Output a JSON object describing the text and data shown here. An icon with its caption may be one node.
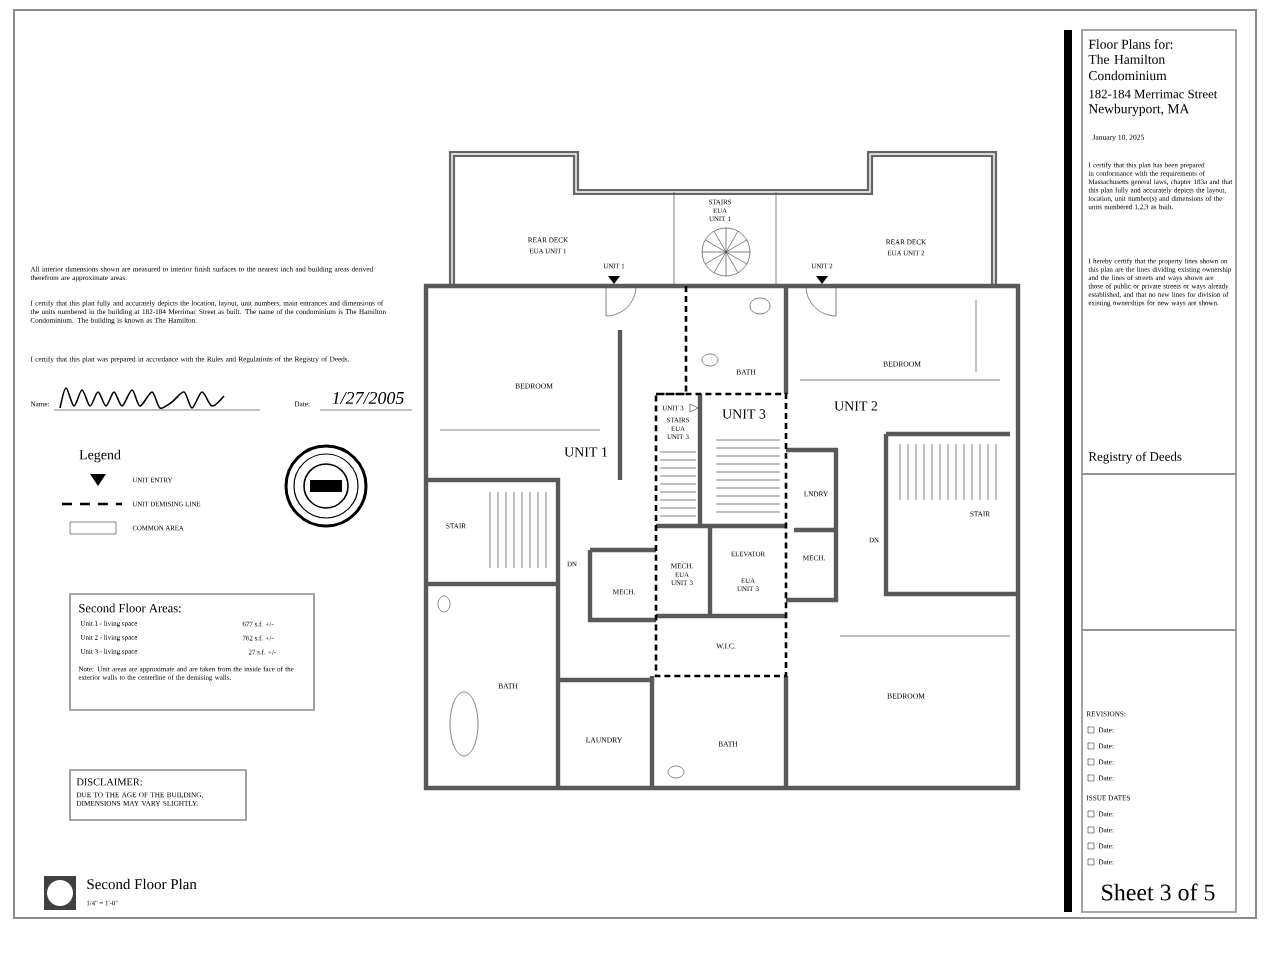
{
  "diagram": {
    "nodes": [
      {
        "text": [
          "Floor Plans for:",
          "The Hamilton Condominium",
          "182-184 Merrimac Street",
          "Newburyport, MA",
          "January 10, 2025",
          "I certify that this plan has been prepared in conformance with the requirements of Massachusetts general laws, chapter 183a and that this plan fully and accurately depicts the layout, location, unit number(s) and dimensions of the units numbered 1,2,3 as built.",
          "I hereby certify that the property lines shown on this plan are the lines dividing existing ownership and the lines of streets and ways shown are those of public or private streets or ways already established, and that no new lines for division of existing ownerships for new ways are shown.",
          "Registry of Deeds"
        ]
      },
      {
        "text": [],
        "shape": "box"
      },
      {
        "text": [
          "REVISIONS:",
          "Date:",
          "Date:",
          "Date:",
          "Date:",
          "ISSUE DATES",
          "Date:",
          "Date:",
          "Date:",
          "Date:",
          "Sheet 3 of 5"
        ]
      },
      {
        "text": [
          "Second Floor Areas:",
          "Unit 1 - living space",
          "677 s.f. +/-",
          "Unit 2 - living space",
          "762 s.f. +/-",
          "Unit 3 - living space",
          "27 s.f. +/-",
          "Note: Unit areas are approximate and are taken from the inside face of the exterior walls to the centerline of the demising walls."
        ]
      },
      {
        "text": [
          "DISCLAIMER:",
          "DUE TO THE AGE OF THE BUILDING, DIMENSIONS MAY VARY SLIGHTLY."
        ]
      }
    ],
    "labels": [
      "All interior dimensions shown are measured to interior finish surfaces to the nearest inch and building areas derived therefrom are approximate areas.",
      "I certify that this plan fully and accurately depicts the location, layout, unit numbers, main entrances and dimensions of the units numbered in the building at 182-184 Merrimac Street as built. The name of the condominium is The Hamilton Condominium. The building is known as The Hamilton.",
      "I certify that this plan was prepared in accordance with the Rules and Regulations of the Registry of Deeds.",
      "Name:",
      "Date:",
      "1/27/2005",
      "Legend",
      "REAR DECK",
      "EUA UNIT 1",
      "STAIRS",
      "EUA UNIT 1",
      "REAR DECK",
      "EUA UNIT 2",
      "UNIT 1",
      "UNIT 2",
      "BEDROOM",
      "BATH",
      "BEDROOM",
      "UNIT 3",
      "UNIT 3",
      "UNIT 2",
      "STAIRS",
      "EUA UNIT 3",
      "UNIT 1",
      "STAIR",
      "LNDRY",
      "STAIR",
      "DN",
      "MECH.",
      "MECH.",
      "EUA UNIT 3",
      "ELEVATOR",
      "EUA UNIT 3",
      "DN",
      "MECH.",
      "W.I.C.",
      "BATH",
      "LAUNDRY",
      "BATH",
      "BEDROOM",
      "Second Floor Plan",
      "1/4\" = 1'-0\""
    ],
    "legend": [
      {
        "text": "UNIT ENTRY"
      },
      {
        "text": "UNIT DEMISING LINE"
      },
      {
        "text": "COMMON AREA"
      }
    ]
  }
}
